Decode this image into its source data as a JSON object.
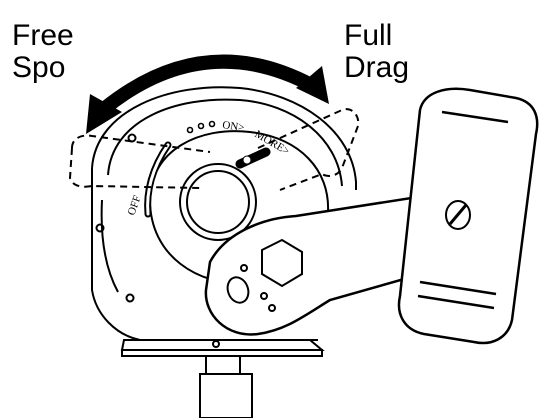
{
  "labels": {
    "free": "Free",
    "spool": "Spo",
    "full": "Full",
    "drag": "Drag"
  },
  "lever_marks": {
    "on": "ON>",
    "more": "MORE>",
    "off": "OFF"
  },
  "colors": {
    "ink": "#000000",
    "paper": "#ffffff"
  }
}
